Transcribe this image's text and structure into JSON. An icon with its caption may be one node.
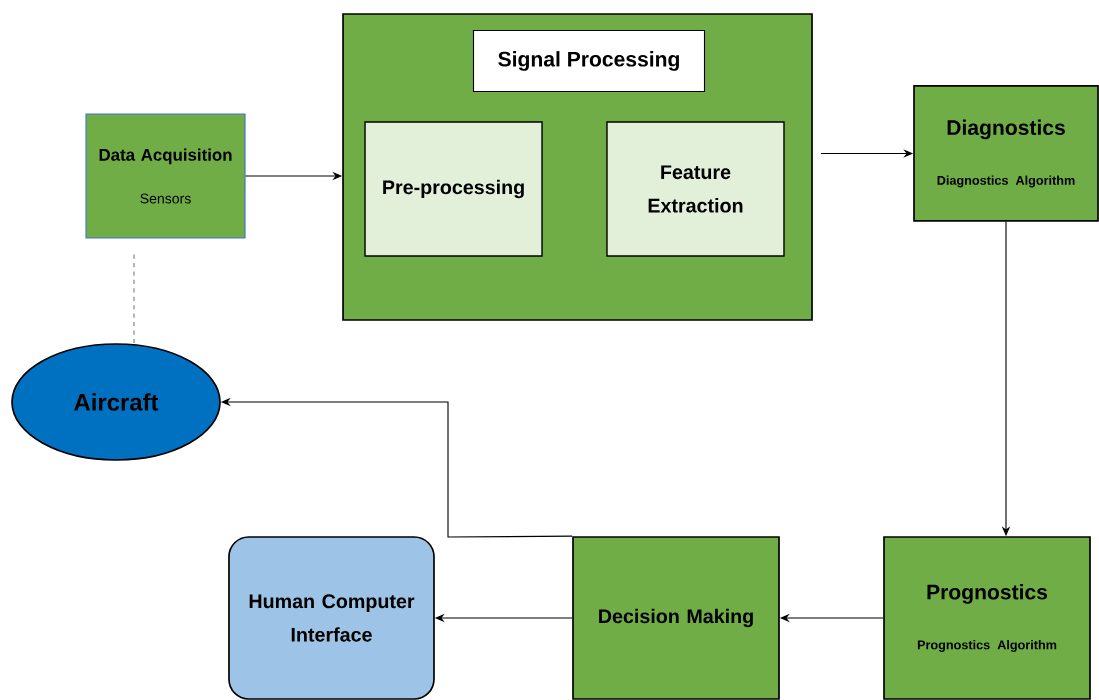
{
  "diagram": {
    "nodes": [
      {
        "text": [
          "Data Acquisition",
          "Sensors"
        ]
      },
      {
        "text": [
          "Signal Processing"
        ]
      },
      {
        "text": [
          "Pre-processing"
        ],
        "in": 1
      },
      {
        "text": [
          "Feature Extraction"
        ],
        "in": 1
      },
      {
        "text": [
          "Diagnostics",
          "Diagnostics Algorithm"
        ]
      },
      {
        "text": [
          "Aircraft"
        ]
      },
      {
        "text": [
          "Human Computer Interface"
        ]
      },
      {
        "text": [
          "Decision Making"
        ]
      },
      {
        "text": [
          "Prognostics",
          "Prognostics Algorithm"
        ]
      }
    ],
    "edges": [
      {
        "from": 0,
        "to": 1,
        "arrow": "to"
      },
      {
        "from": 1,
        "to": 4,
        "arrow": "to"
      },
      {
        "from": 4,
        "to": 8,
        "arrow": "to"
      },
      {
        "from": 8,
        "to": 7,
        "arrow": "to"
      },
      {
        "from": 7,
        "to": 6,
        "arrow": "to"
      },
      {
        "from": 7,
        "to": 5,
        "arrow": "to"
      },
      {
        "from": 0,
        "to": 5,
        "arrow": "none",
        "style": "dashed",
        "color": "#7f7f7f"
      }
    ]
  }
}
